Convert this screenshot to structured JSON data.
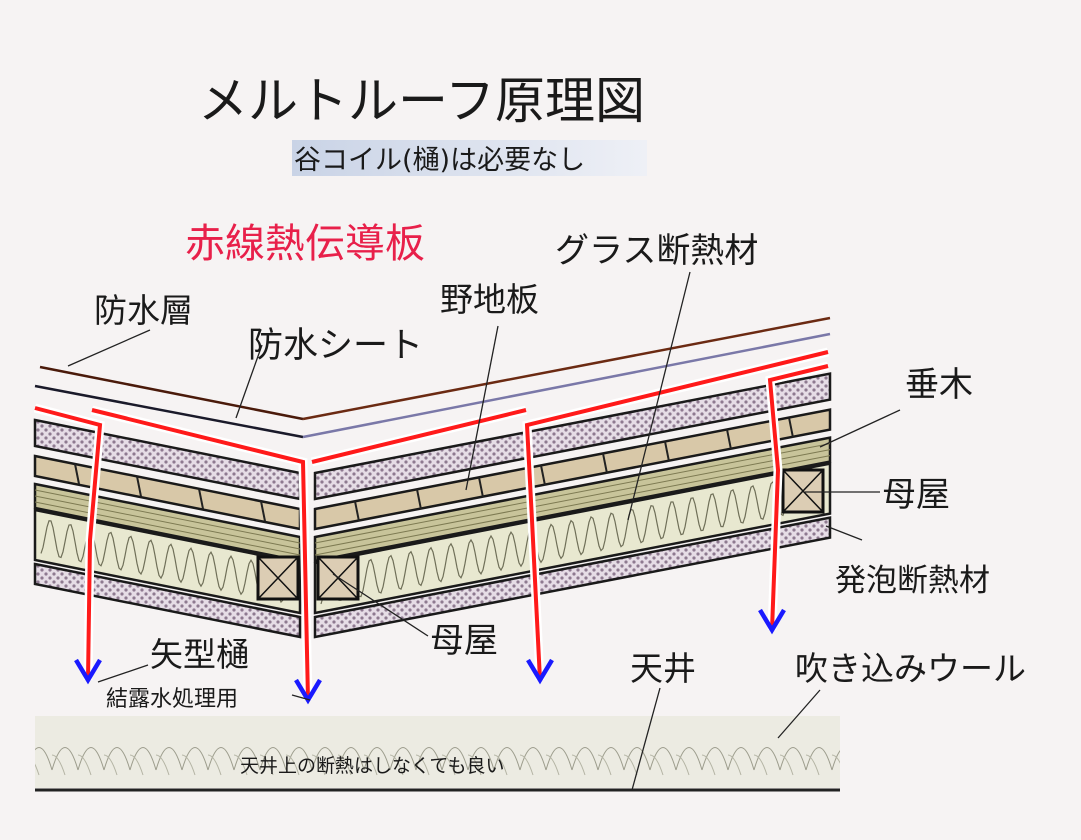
{
  "title": "メルトルーフ原理図",
  "subtitle": "谷コイル(樋)は必要なし",
  "labels": {
    "heat_plate": "赤線熱伝導板",
    "glass_insulation": "グラス断熱材",
    "waterproof_layer": "防水層",
    "sheathing": "野地板",
    "waterproof_sheet": "防水シート",
    "rafter": "垂木",
    "purlin_right": "母屋",
    "foam_insulation": "発泡断熱材",
    "purlin_center": "母屋",
    "arrow_gutter": "矢型樋",
    "condensation": "結露水処理用",
    "ceiling": "天井",
    "blown_wool": "吹き込みウール",
    "ceiling_note": "天井上の断熱はしなくても良い"
  },
  "colors": {
    "heat_line": "#ff1a1a",
    "arrow": "#1a1aff",
    "heat_label": "#e8204a",
    "waterproof_layer": "#6b2a12",
    "waterproof_sheet_right": "#7a78a8",
    "foam": "#c9bcc9",
    "plank": "#d8c8a8",
    "rafter": "#c8c49a",
    "insulation": "#e8e8d0"
  }
}
